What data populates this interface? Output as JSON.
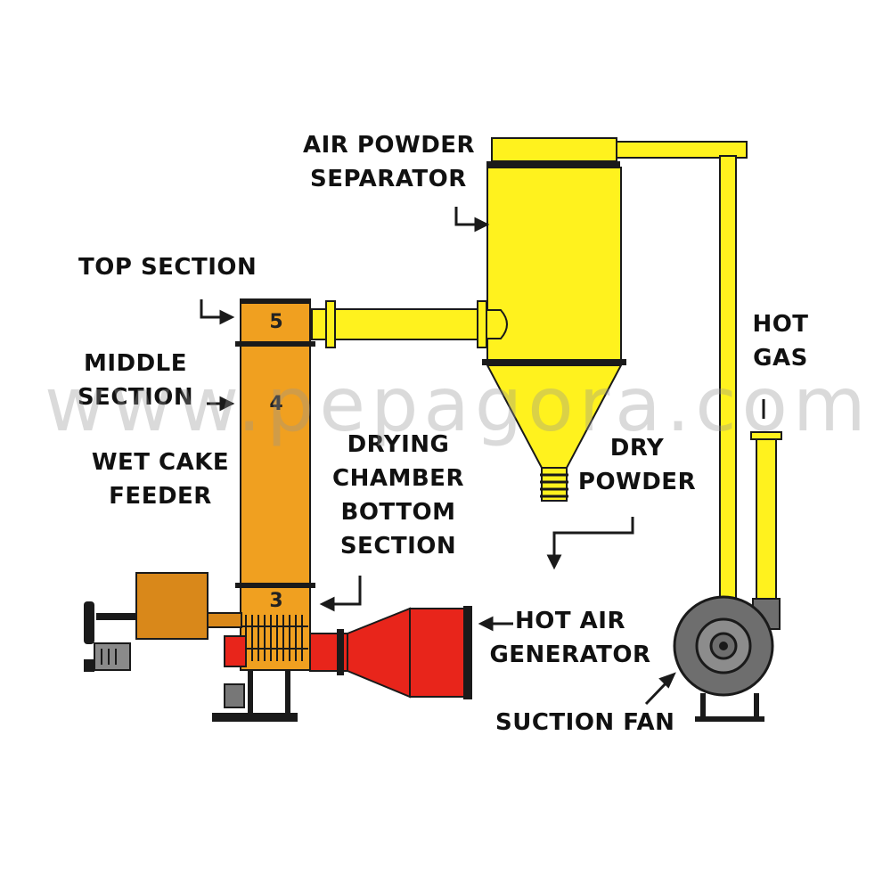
{
  "labels": {
    "air_powder_separator": [
      "AIR POWDER",
      "SEPARATOR"
    ],
    "top_section": "TOP SECTION",
    "middle_section": [
      "MIDDLE",
      "SECTION"
    ],
    "wet_cake_feeder": [
      "WET CAKE",
      "FEEDER"
    ],
    "drying_chamber": [
      "DRYING",
      "CHAMBER",
      "BOTTOM",
      "SECTION"
    ],
    "dry_powder": [
      "DRY",
      "POWDER"
    ],
    "hot_gas": [
      "HOT",
      "GAS"
    ],
    "hot_air_generator": [
      "HOT AIR",
      "GENERATOR"
    ],
    "suction_fan": "SUCTION FAN"
  },
  "section_numbers": {
    "top": "5",
    "middle": "4",
    "bottom": "3"
  },
  "watermark": "www.pepagora.com",
  "colors": {
    "chamber": "#F0A020",
    "separator": "#FFF21E",
    "hot_air": "#E8251B",
    "fan": "#6E6E6E",
    "outline": "#1A1A1A"
  }
}
